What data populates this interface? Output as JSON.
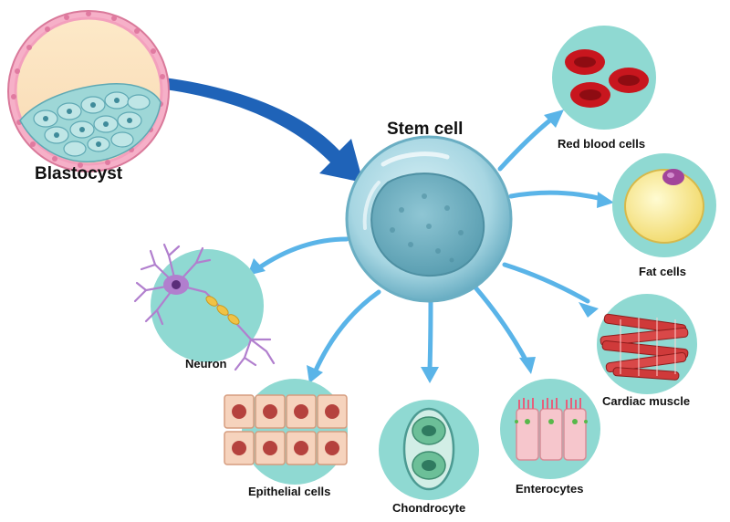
{
  "labels": {
    "blastocyst": "Blastocyst",
    "stem_cell": "Stem cell",
    "red_blood_cells": "Red blood cells",
    "fat_cells": "Fat cells",
    "cardiac_muscle": "Cardiac muscle",
    "enterocytes": "Enterocytes",
    "chondrocyte": "Chondrocyte",
    "epithelial_cells": "Epithelial cells",
    "neuron": "Neuron"
  },
  "colors": {
    "circle_fill": "#8fd9d2",
    "arrow": "#5ab4e8",
    "big_arrow": "#1f63b8",
    "stem_cell": "#9ccfdc",
    "red_blood_cell": "#c8161e",
    "fat_cell": "#f7e98a",
    "nucleus_purple": "#a2459a",
    "cardiac": "#cf3a3a",
    "neuron": "#b17fce"
  }
}
